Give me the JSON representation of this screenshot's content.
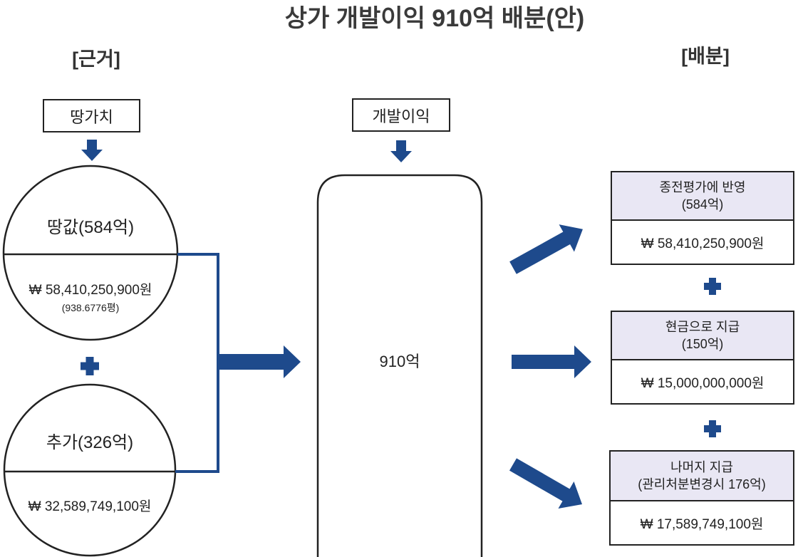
{
  "title": "상가 개발이익 910억 배분(안)",
  "basis": {
    "heading": "[근거]",
    "source_label": "땅가치",
    "land": {
      "label": "땅값(584억)",
      "amount": "₩ 58,410,250,900원",
      "area": "(938.6776평)"
    },
    "addition": {
      "label": "추가(326억)",
      "amount": "₩ 32,589,749,100원"
    }
  },
  "center": {
    "source_label": "개발이익",
    "total": "910억"
  },
  "distribution": {
    "heading": "[배분]",
    "items": [
      {
        "title": "종전평가에 반영",
        "subtitle": "(584억)",
        "amount": "₩ 58,410,250,900원"
      },
      {
        "title": "현금으로 지급",
        "subtitle": "(150억)",
        "amount": "₩ 15,000,000,000원"
      },
      {
        "title": "나머지 지급",
        "subtitle": "(관리처분변경시 176억)",
        "amount": "₩ 17,589,749,100원"
      }
    ]
  },
  "colors": {
    "accent": "#1e4a8c",
    "box_header_bg": "#e9e7f4",
    "line": "#222222"
  }
}
